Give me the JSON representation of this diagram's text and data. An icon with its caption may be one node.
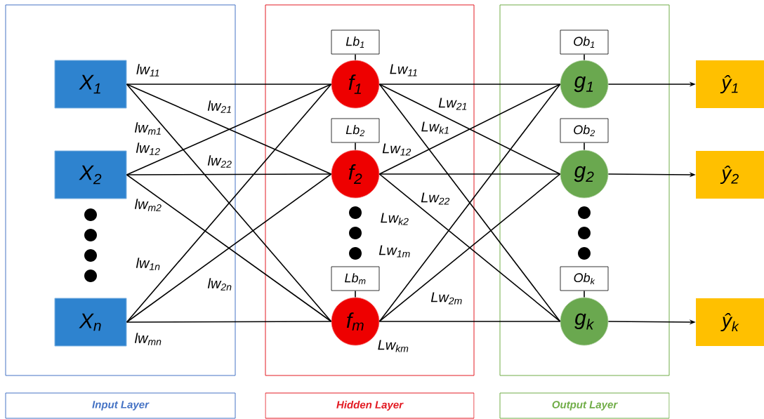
{
  "diagram": {
    "nodes": [
      {
        "text": [],
        "shape": "box"
      },
      {
        "text": [
          "X$_{1}$"
        ],
        "in": 0
      },
      {
        "text": [
          "X$_{2}$"
        ],
        "in": 0
      },
      {
        "text": [
          "X$_{n}$"
        ],
        "in": 0
      },
      {
        "text": [],
        "shape": "box"
      },
      {
        "text": [
          "Lb$_{1}$"
        ],
        "in": 4
      },
      {
        "text": [
          "f$_{1}$"
        ],
        "in": 4
      },
      {
        "text": [
          "Lb$_{2}$"
        ],
        "in": 4
      },
      {
        "text": [
          "f$_{2}$"
        ],
        "in": 4
      },
      {
        "text": [
          "Lb$_{m}$"
        ],
        "in": 4
      },
      {
        "text": [
          "f$_{m}$"
        ],
        "in": 4
      },
      {
        "text": [],
        "shape": "box"
      },
      {
        "text": [
          "Ob$_{1}$"
        ],
        "in": 11
      },
      {
        "text": [
          "g$_{1}$"
        ],
        "in": 11
      },
      {
        "text": [
          "Ob$_{2}$"
        ],
        "in": 11
      },
      {
        "text": [
          "g$_{2}$"
        ],
        "in": 11
      },
      {
        "text": [
          "Ob$_{k}$"
        ],
        "in": 11
      },
      {
        "text": [
          "g$_{k}$"
        ],
        "in": 11
      },
      {
        "text": [
          "ŷ$_{1}$"
        ]
      },
      {
        "text": [
          "ŷ$_{2}$"
        ]
      },
      {
        "text": [
          "ŷ$_{k}$"
        ]
      },
      {
        "text": [
          "Input Layer"
        ]
      },
      {
        "text": [
          "Hidden Layer"
        ]
      },
      {
        "text": [
          "Output Layer"
        ]
      }
    ],
    "edges": [
      {
        "from": 1,
        "to": 6,
        "arrow": "none"
      },
      {
        "from": 1,
        "to": 8,
        "arrow": "none"
      },
      {
        "from": 1,
        "to": 10,
        "arrow": "none"
      },
      {
        "from": 2,
        "to": 6,
        "arrow": "none"
      },
      {
        "from": 2,
        "to": 8,
        "arrow": "none"
      },
      {
        "from": 2,
        "to": 10,
        "arrow": "none"
      },
      {
        "from": 3,
        "to": 6,
        "arrow": "none"
      },
      {
        "from": 3,
        "to": 8,
        "arrow": "none"
      },
      {
        "from": 3,
        "to": 10,
        "arrow": "none"
      },
      {
        "from": 5,
        "to": 6,
        "arrow": "none"
      },
      {
        "from": 7,
        "to": 8,
        "arrow": "none"
      },
      {
        "from": 9,
        "to": 10,
        "arrow": "none"
      },
      {
        "from": 6,
        "to": 13,
        "arrow": "none"
      },
      {
        "from": 6,
        "to": 15,
        "arrow": "none"
      },
      {
        "from": 6,
        "to": 17,
        "arrow": "none"
      },
      {
        "from": 8,
        "to": 13,
        "arrow": "none"
      },
      {
        "from": 8,
        "to": 15,
        "arrow": "none"
      },
      {
        "from": 8,
        "to": 17,
        "arrow": "none"
      },
      {
        "from": 10,
        "to": 13,
        "arrow": "none"
      },
      {
        "from": 10,
        "to": 15,
        "arrow": "none"
      },
      {
        "from": 10,
        "to": 17,
        "arrow": "none"
      },
      {
        "from": 12,
        "to": 13,
        "arrow": "none"
      },
      {
        "from": 14,
        "to": 15,
        "arrow": "none"
      },
      {
        "from": 16,
        "to": 17,
        "arrow": "none"
      },
      {
        "from": 13,
        "to": 18,
        "arrow": "to"
      },
      {
        "from": 15,
        "to": 19,
        "arrow": "to"
      },
      {
        "from": 17,
        "to": 20,
        "arrow": "to"
      }
    ],
    "labels": [
      "lw$_{11}$",
      "lw$_{21}$",
      "lw$_{m1}$",
      "lw$_{12}$",
      "lw$_{22}$",
      "lw$_{m2}$",
      "lw$_{1n}$",
      "lw$_{2n}$",
      "lw$_{mn}$",
      "Lw$_{11}$",
      "Lw$_{21}$",
      "Lw$_{k1}$",
      "Lw$_{12}$",
      "Lw$_{22}$",
      "Lw$_{k2}$",
      "Lw$_{1m}$",
      "Lw$_{2m}$",
      "Lw$_{km}$"
    ]
  }
}
